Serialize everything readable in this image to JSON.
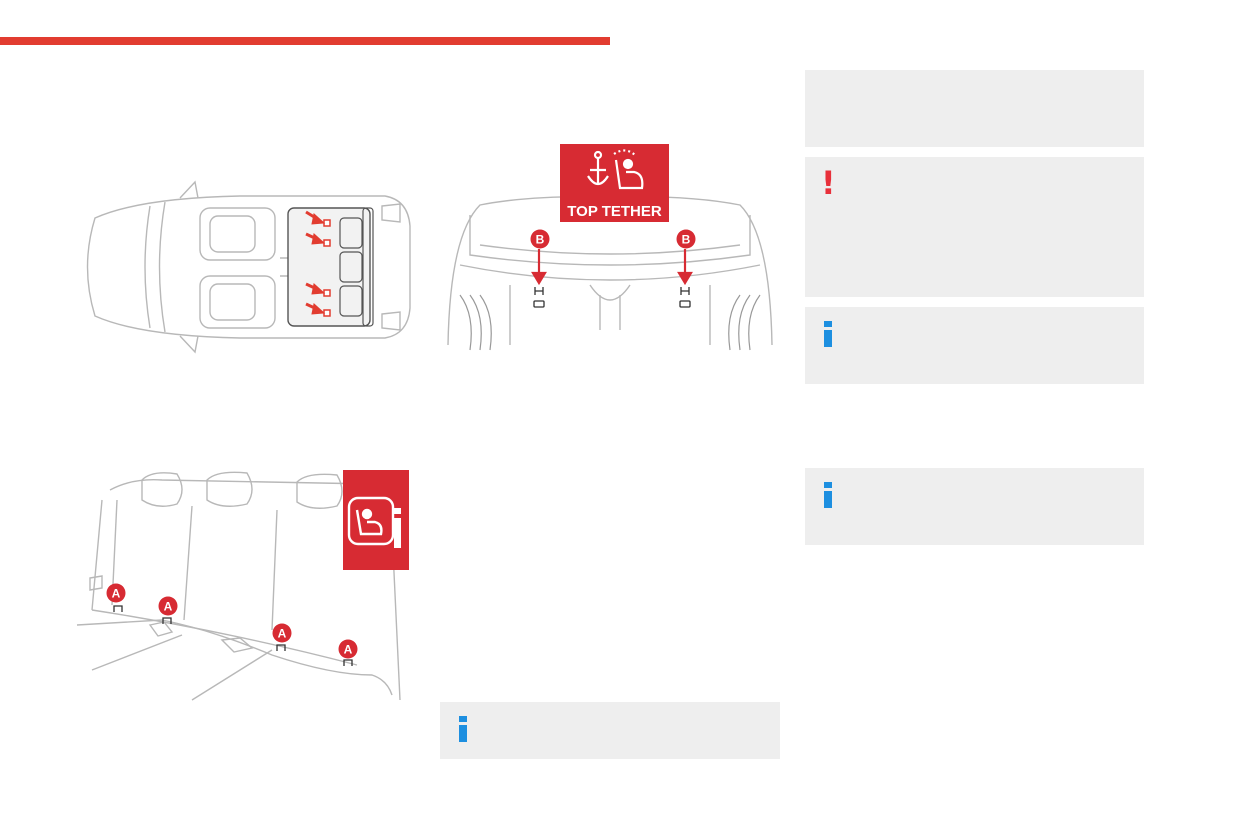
{
  "colors": {
    "accent": "#e23c30",
    "badge_red": "#d72b33",
    "warning": "#e8303a",
    "info": "#1d8fe0",
    "panel_bg": "#eeeeee",
    "line_art": "#b8b8b8"
  },
  "top_tether_badge": {
    "label": "TOP TETHER",
    "icon": "anchor-child-seat-icon"
  },
  "isofix_badge": {
    "icon": "child-seat-info-icon"
  },
  "markers": {
    "anchor_a": "A",
    "anchor_b": "B"
  },
  "panels": {
    "note_top": {},
    "warning": {
      "icon": "warning-exclamation-icon"
    },
    "info_1": {
      "icon": "info-icon"
    },
    "info_2": {
      "icon": "info-icon"
    },
    "info_3": {
      "icon": "info-icon"
    }
  }
}
